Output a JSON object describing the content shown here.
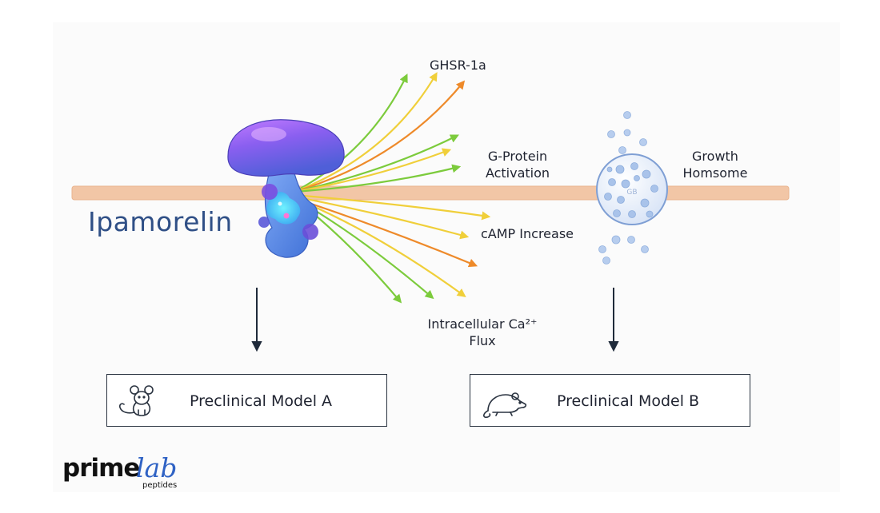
{
  "title": "Ipamorelin",
  "labels": {
    "ghsr": "GHSR-1a",
    "gprotein_line1": "G-Protein",
    "gprotein_line2": "Activation",
    "growth_line1": "Growth",
    "growth_line2": "Homsome",
    "camp": "cAMP Increase",
    "calcium_line1": "Intracellular Ca²⁺",
    "calcium_line2": "Flux"
  },
  "vesicle_label": "GB",
  "models": [
    {
      "label": "Preclinical Model A",
      "icon": "mouse-front-icon"
    },
    {
      "label": "Preclinical Model B",
      "icon": "mouse-side-icon"
    }
  ],
  "logo": {
    "prime": "prime",
    "lab": "lab",
    "sub": "peptides"
  },
  "colors": {
    "membrane": "#f2c6a6",
    "title": "#2f4f86",
    "arrow_green": "#7ccb3c",
    "arrow_yellow": "#f0cf3a",
    "arrow_orange": "#ee8a2a",
    "receptor_purple": "#8a5ff0",
    "receptor_blue": "#5b8fe8",
    "vesicle": "#a9c3ea",
    "box_border": "#2a3340",
    "logo_blue": "#2f62c4"
  }
}
